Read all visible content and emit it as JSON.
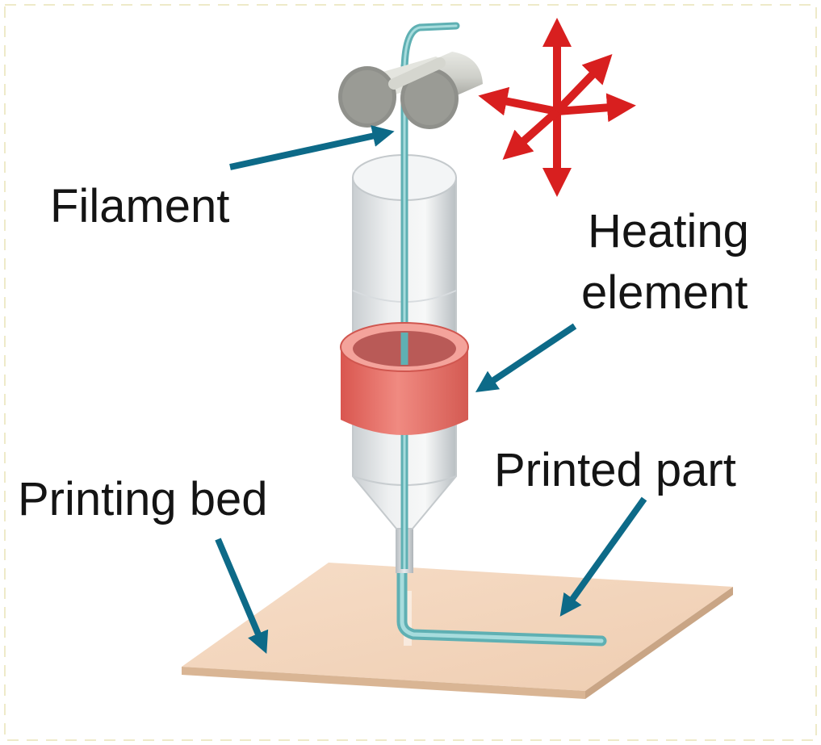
{
  "labels": {
    "filament": "Filament",
    "heating_line1": "Heating",
    "heating_line2": "element",
    "printed_part": "Printed part",
    "printing_bed": "Printing bed"
  },
  "colors": {
    "background": "#ffffff",
    "pointer_arrow": "#0d6a88",
    "motion_arrow": "#d81f1f",
    "filament": "#7fc7c9",
    "heater_band": "#e8736a",
    "bed": "#f1d2b6",
    "roller": "#a8a8a0",
    "nozzle_body": "#e4e7e9"
  },
  "icons": {
    "motion_indicator": "six-direction-arrows-icon"
  }
}
